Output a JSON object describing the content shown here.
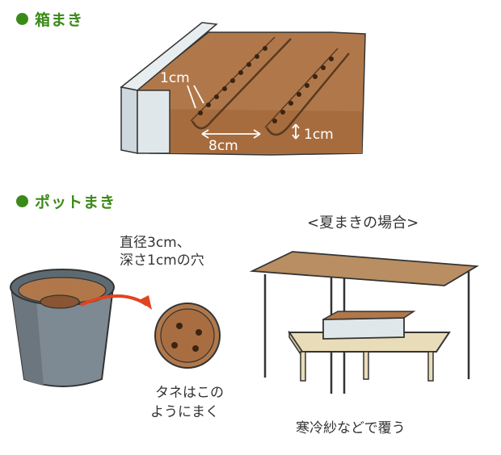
{
  "colors": {
    "accent_green": "#3a8a18",
    "soil": "#b0784a",
    "soil_dark": "#8a5532",
    "pot": "#7e8a93",
    "pot_dark": "#5e6a72",
    "box_edge": "#dfe7ea",
    "cloth": "#b88e62",
    "table": "#e9dcb8",
    "arrow_red": "#e0451f"
  },
  "icons": {
    "bullet": "filled-circle",
    "arrow": "curved-arrow-right"
  },
  "sections": {
    "box_sowing": {
      "title": "箱まき",
      "label_depth": "1cm",
      "label_spacing": "8cm",
      "label_height": "1cm"
    },
    "pot_sowing": {
      "title": "ポットまき",
      "hole_line1": "直径3cm、",
      "hole_line2": "深さ1cmの穴",
      "seed_line1": "タネはこの",
      "seed_line2": "ようにまく"
    },
    "summer": {
      "title": "<夏まきの場合>",
      "caption": "寒冷紗などで覆う"
    }
  }
}
